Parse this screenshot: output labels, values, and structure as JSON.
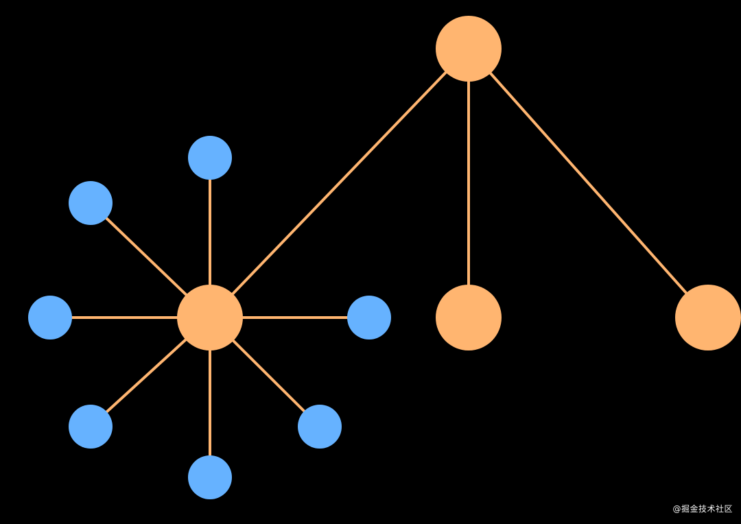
{
  "colors": {
    "background": "#000000",
    "hub_node": "#ffb570",
    "leaf_node": "#66b2ff",
    "edge": "#ffb570"
  },
  "nodes": [
    {
      "id": "root",
      "kind": "hub"
    },
    {
      "id": "center",
      "kind": "hub"
    },
    {
      "id": "mid",
      "kind": "hub"
    },
    {
      "id": "right",
      "kind": "hub"
    },
    {
      "id": "leaf-top",
      "kind": "leaf"
    },
    {
      "id": "leaf-upper-left",
      "kind": "leaf"
    },
    {
      "id": "leaf-left",
      "kind": "leaf"
    },
    {
      "id": "leaf-lower-left",
      "kind": "leaf"
    },
    {
      "id": "leaf-bottom",
      "kind": "leaf"
    },
    {
      "id": "leaf-lower-right",
      "kind": "leaf"
    },
    {
      "id": "leaf-right",
      "kind": "leaf"
    }
  ],
  "edges": [
    [
      "root",
      "center"
    ],
    [
      "root",
      "mid"
    ],
    [
      "root",
      "right"
    ],
    [
      "center",
      "leaf-top"
    ],
    [
      "center",
      "leaf-upper-left"
    ],
    [
      "center",
      "leaf-left"
    ],
    [
      "center",
      "leaf-lower-left"
    ],
    [
      "center",
      "leaf-bottom"
    ],
    [
      "center",
      "leaf-lower-right"
    ],
    [
      "center",
      "leaf-right"
    ]
  ],
  "watermark": "@掘金技术社区"
}
